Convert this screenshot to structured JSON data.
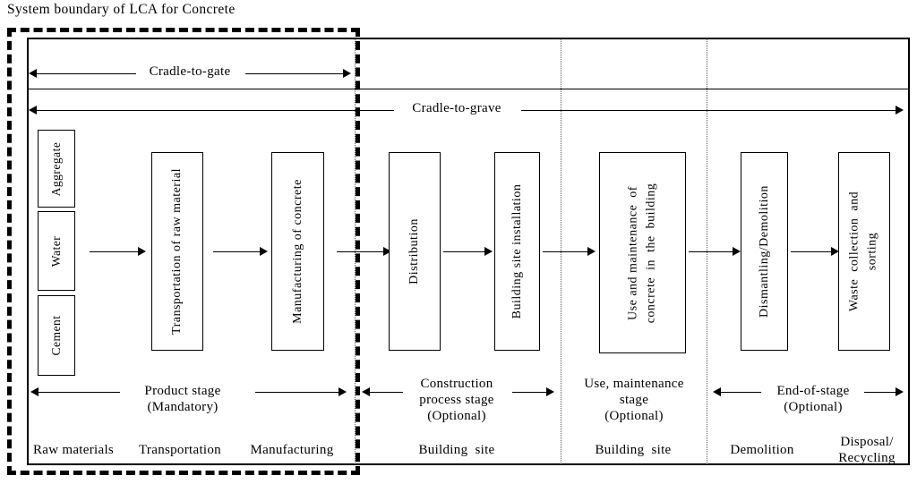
{
  "title": "System  boundary  of LCA for  Concrete",
  "span_arrows": [
    {
      "name": "cradle-to-gate",
      "label": "Cradle-to-gate"
    },
    {
      "name": "cradle-to-grave",
      "label": "Cradle-to-grave"
    }
  ],
  "inputs": [
    {
      "name": "aggregate",
      "label": "Aggregate"
    },
    {
      "name": "water",
      "label": "Water"
    },
    {
      "name": "cement",
      "label": "Cement"
    }
  ],
  "process_boxes": [
    {
      "name": "transportation-of-raw-material",
      "label": "Transportation  of raw  material"
    },
    {
      "name": "manufacturing-of-concrete",
      "label": "Manufacturing  of concrete"
    },
    {
      "name": "distribution",
      "label": "Distribution"
    },
    {
      "name": "building-site-installation",
      "label": "Building  site  installation"
    },
    {
      "name": "use-and-maintenance",
      "label": "Use and maintenance  of\nconcrete  in  the  building"
    },
    {
      "name": "dismantling-demolition",
      "label": "Dismantling/Demolition"
    },
    {
      "name": "waste-collection-and-sorting",
      "label": "Waste  collection  and\nsorting"
    }
  ],
  "stages": [
    {
      "name": "product-stage",
      "label": "Product stage\n(Mandatory)"
    },
    {
      "name": "construction-process-stage",
      "label": "Construction\nprocess stage\n(Optional)"
    },
    {
      "name": "use-maintenance-stage",
      "label": "Use, maintenance\nstage\n(Optional)"
    },
    {
      "name": "end-of-stage",
      "label": "End-of-stage\n(Optional)"
    }
  ],
  "footers": [
    {
      "name": "raw-materials",
      "label": "Raw materials"
    },
    {
      "name": "transportation",
      "label": "Transportation"
    },
    {
      "name": "manufacturing",
      "label": "Manufacturing"
    },
    {
      "name": "building-site-construction",
      "label": "Building  site"
    },
    {
      "name": "building-site-use",
      "label": "Building  site"
    },
    {
      "name": "demolition",
      "label": "Demolition"
    },
    {
      "name": "disposal-recycling",
      "label": "Disposal/\nRecycling"
    }
  ],
  "colors": {
    "line": "#000000",
    "divider": "#555555",
    "background": "#ffffff"
  }
}
